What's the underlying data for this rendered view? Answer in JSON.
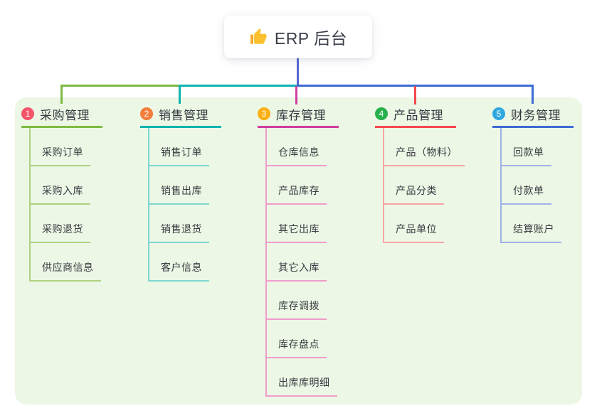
{
  "root": {
    "label": "ERP 后台",
    "icon": "thumbs-up-icon"
  },
  "branches": [
    {
      "key": "purchase",
      "badge": "1",
      "label": "采购管理",
      "badge_color": "#f3566a",
      "line_color": "#7cbb40",
      "child_line_color": "#aed181",
      "children": [
        "采购订单",
        "采购入库",
        "采购退货",
        "供应商信息"
      ]
    },
    {
      "key": "sales",
      "badge": "2",
      "label": "销售管理",
      "badge_color": "#f27d3c",
      "line_color": "#0cb4b0",
      "child_line_color": "#7ed7cf",
      "children": [
        "销售订单",
        "销售出库",
        "销售退货",
        "客户信息"
      ]
    },
    {
      "key": "inventory",
      "badge": "3",
      "label": "库存管理",
      "badge_color": "#f9b016",
      "line_color": "#cf3f9f",
      "child_line_color": "#f09bca",
      "children": [
        "仓库信息",
        "产品库存",
        "其它出库",
        "其它入库",
        "库存调拨",
        "库存盘点",
        "出库库明细"
      ]
    },
    {
      "key": "product",
      "badge": "4",
      "label": "产品管理",
      "badge_color": "#27b04d",
      "line_color": "#f5484e",
      "child_line_color": "#f9a3a3",
      "children": [
        "产品（物料）",
        "产品分类",
        "产品单位"
      ]
    },
    {
      "key": "finance",
      "badge": "5",
      "label": "财务管理",
      "badge_color": "#2ea7e0",
      "line_color": "#3c6bd4",
      "child_line_color": "#a0b2e6",
      "children": [
        "回款单",
        "付款单",
        "结算账户"
      ]
    }
  ],
  "colors": {
    "root_line": "#5767d2",
    "panel_bg": "#ecf7e6",
    "root_text": "#3a3f4b",
    "thumb_icon": "#fbc02d"
  }
}
